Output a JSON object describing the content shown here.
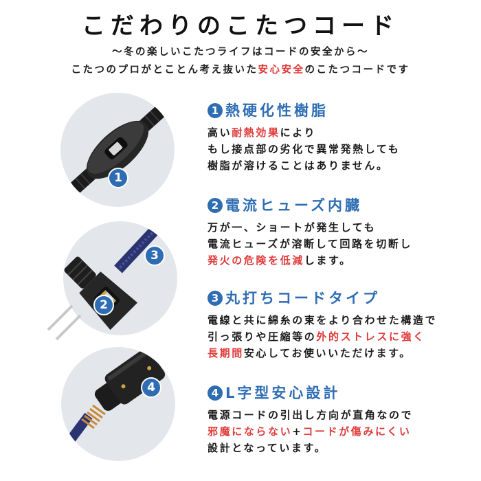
{
  "header": {
    "title": "こだわりのこたつコード",
    "subtitle": "〜冬の楽しいこたつライフはコードの安全から〜",
    "tagline_pre": "こたつのプロがとことん考え抜いた",
    "tagline_highlight": "安心安全",
    "tagline_post": "のこたつコードです"
  },
  "colors": {
    "accent_blue": "#2e6db3",
    "highlight_red": "#e03a3a",
    "circle_bg": "#e3e6ea"
  },
  "images": [
    {
      "label": "intermediate-switch-photo",
      "badges": [
        "1"
      ]
    },
    {
      "label": "plug-photo",
      "badges": [
        "2",
        "3"
      ]
    },
    {
      "label": "l-shaped-connector-photo",
      "badges": [
        "4"
      ]
    }
  ],
  "features": [
    {
      "number": "1",
      "title": "熱硬化性樹脂",
      "lines": [
        [
          {
            "t": "高い"
          },
          {
            "t": "耐熱効果",
            "red": true
          },
          {
            "t": "により"
          }
        ],
        [
          {
            "t": "もし接点部の劣化で異常発熱しても"
          }
        ],
        [
          {
            "t": "樹脂が溶けることはありません。"
          }
        ]
      ]
    },
    {
      "number": "2",
      "title": "電流ヒューズ内臓",
      "lines": [
        [
          {
            "t": "万が一、ショートが発生しても"
          }
        ],
        [
          {
            "t": "電流ヒューズが溶断して回路を切断し"
          }
        ],
        [
          {
            "t": "発火の危険を低減",
            "red": true
          },
          {
            "t": "します。"
          }
        ]
      ]
    },
    {
      "number": "3",
      "title": "丸打ちコードタイプ",
      "lines": [
        [
          {
            "t": "電線と共に綿糸の束をより合わせた構造で"
          }
        ],
        [
          {
            "t": "引っ張りや圧縮等の"
          },
          {
            "t": "外的ストレスに強く",
            "red": true
          }
        ],
        [
          {
            "t": "長期間",
            "red": true
          },
          {
            "t": "安心してお使いいただけます。"
          }
        ]
      ]
    },
    {
      "number": "4",
      "title": "L字型安心設計",
      "lines": [
        [
          {
            "t": "電源コードの引出し方向が直角なので"
          }
        ],
        [
          {
            "t": "邪魔にならない",
            "red": true
          },
          {
            "t": "+"
          },
          {
            "t": "コードが傷みにくい",
            "red": true
          }
        ],
        [
          {
            "t": "設計となっています。"
          }
        ]
      ]
    }
  ]
}
